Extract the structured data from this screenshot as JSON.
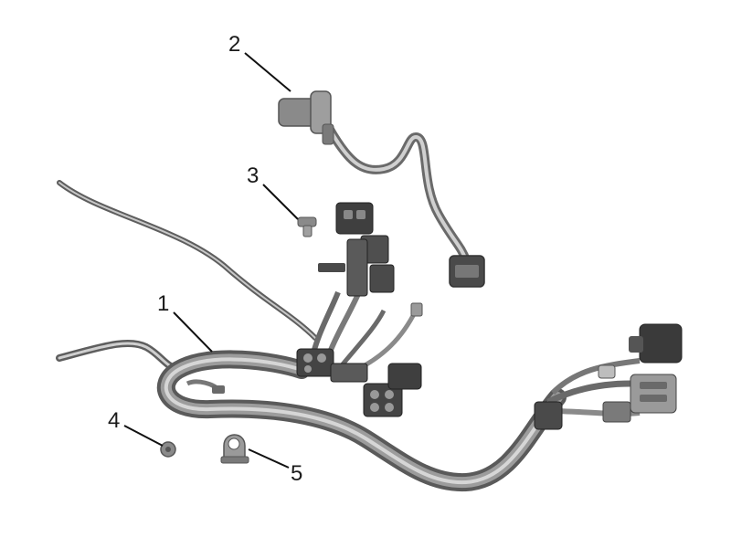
{
  "callouts": {
    "c1": "1",
    "c2": "2",
    "c3": "3",
    "c4": "4",
    "c5": "5"
  },
  "colors": {
    "background": "#ffffff",
    "harness_dark": "#6f6f6f",
    "harness_mid": "#9a9a9a",
    "harness_light": "#c9c9c9",
    "connector": "#4a4a4a"
  },
  "parts": [
    {
      "callout": "1",
      "icon": "main-wiring-harness-icon"
    },
    {
      "callout": "2",
      "icon": "sensor-lead-icon"
    },
    {
      "callout": "3",
      "icon": "screw-icon"
    },
    {
      "callout": "4",
      "icon": "nut-icon"
    },
    {
      "callout": "5",
      "icon": "clamp-icon"
    }
  ]
}
